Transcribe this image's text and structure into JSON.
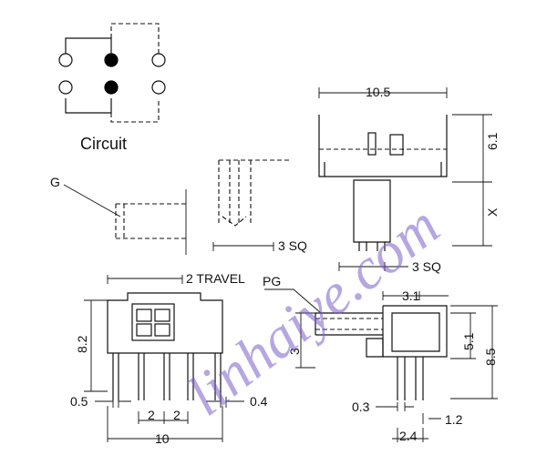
{
  "labels": {
    "circuit": "Circuit",
    "g": "G",
    "pg": "PG",
    "travel": "2 TRAVEL",
    "w_10_5": "10.5",
    "h_6_1": "6.1",
    "x": "X",
    "sq_a": "3 SQ",
    "sq_b": "3 SQ",
    "h_8_2": "8.2",
    "w_0_5": "0.5",
    "w_2a": "2",
    "w_2b": "2",
    "w_0_4": "0.4",
    "w_10": "10",
    "w_3_1": "3.1",
    "h_5_1": "5.1",
    "h_8_5": "8.5",
    "h_3": "3",
    "w_0_3": "0.3",
    "w_1_2": "1.2",
    "w_2_4": "2.4"
  },
  "watermark": "linhaiye.com",
  "colors": {
    "watermark": "#7b5fc9"
  }
}
